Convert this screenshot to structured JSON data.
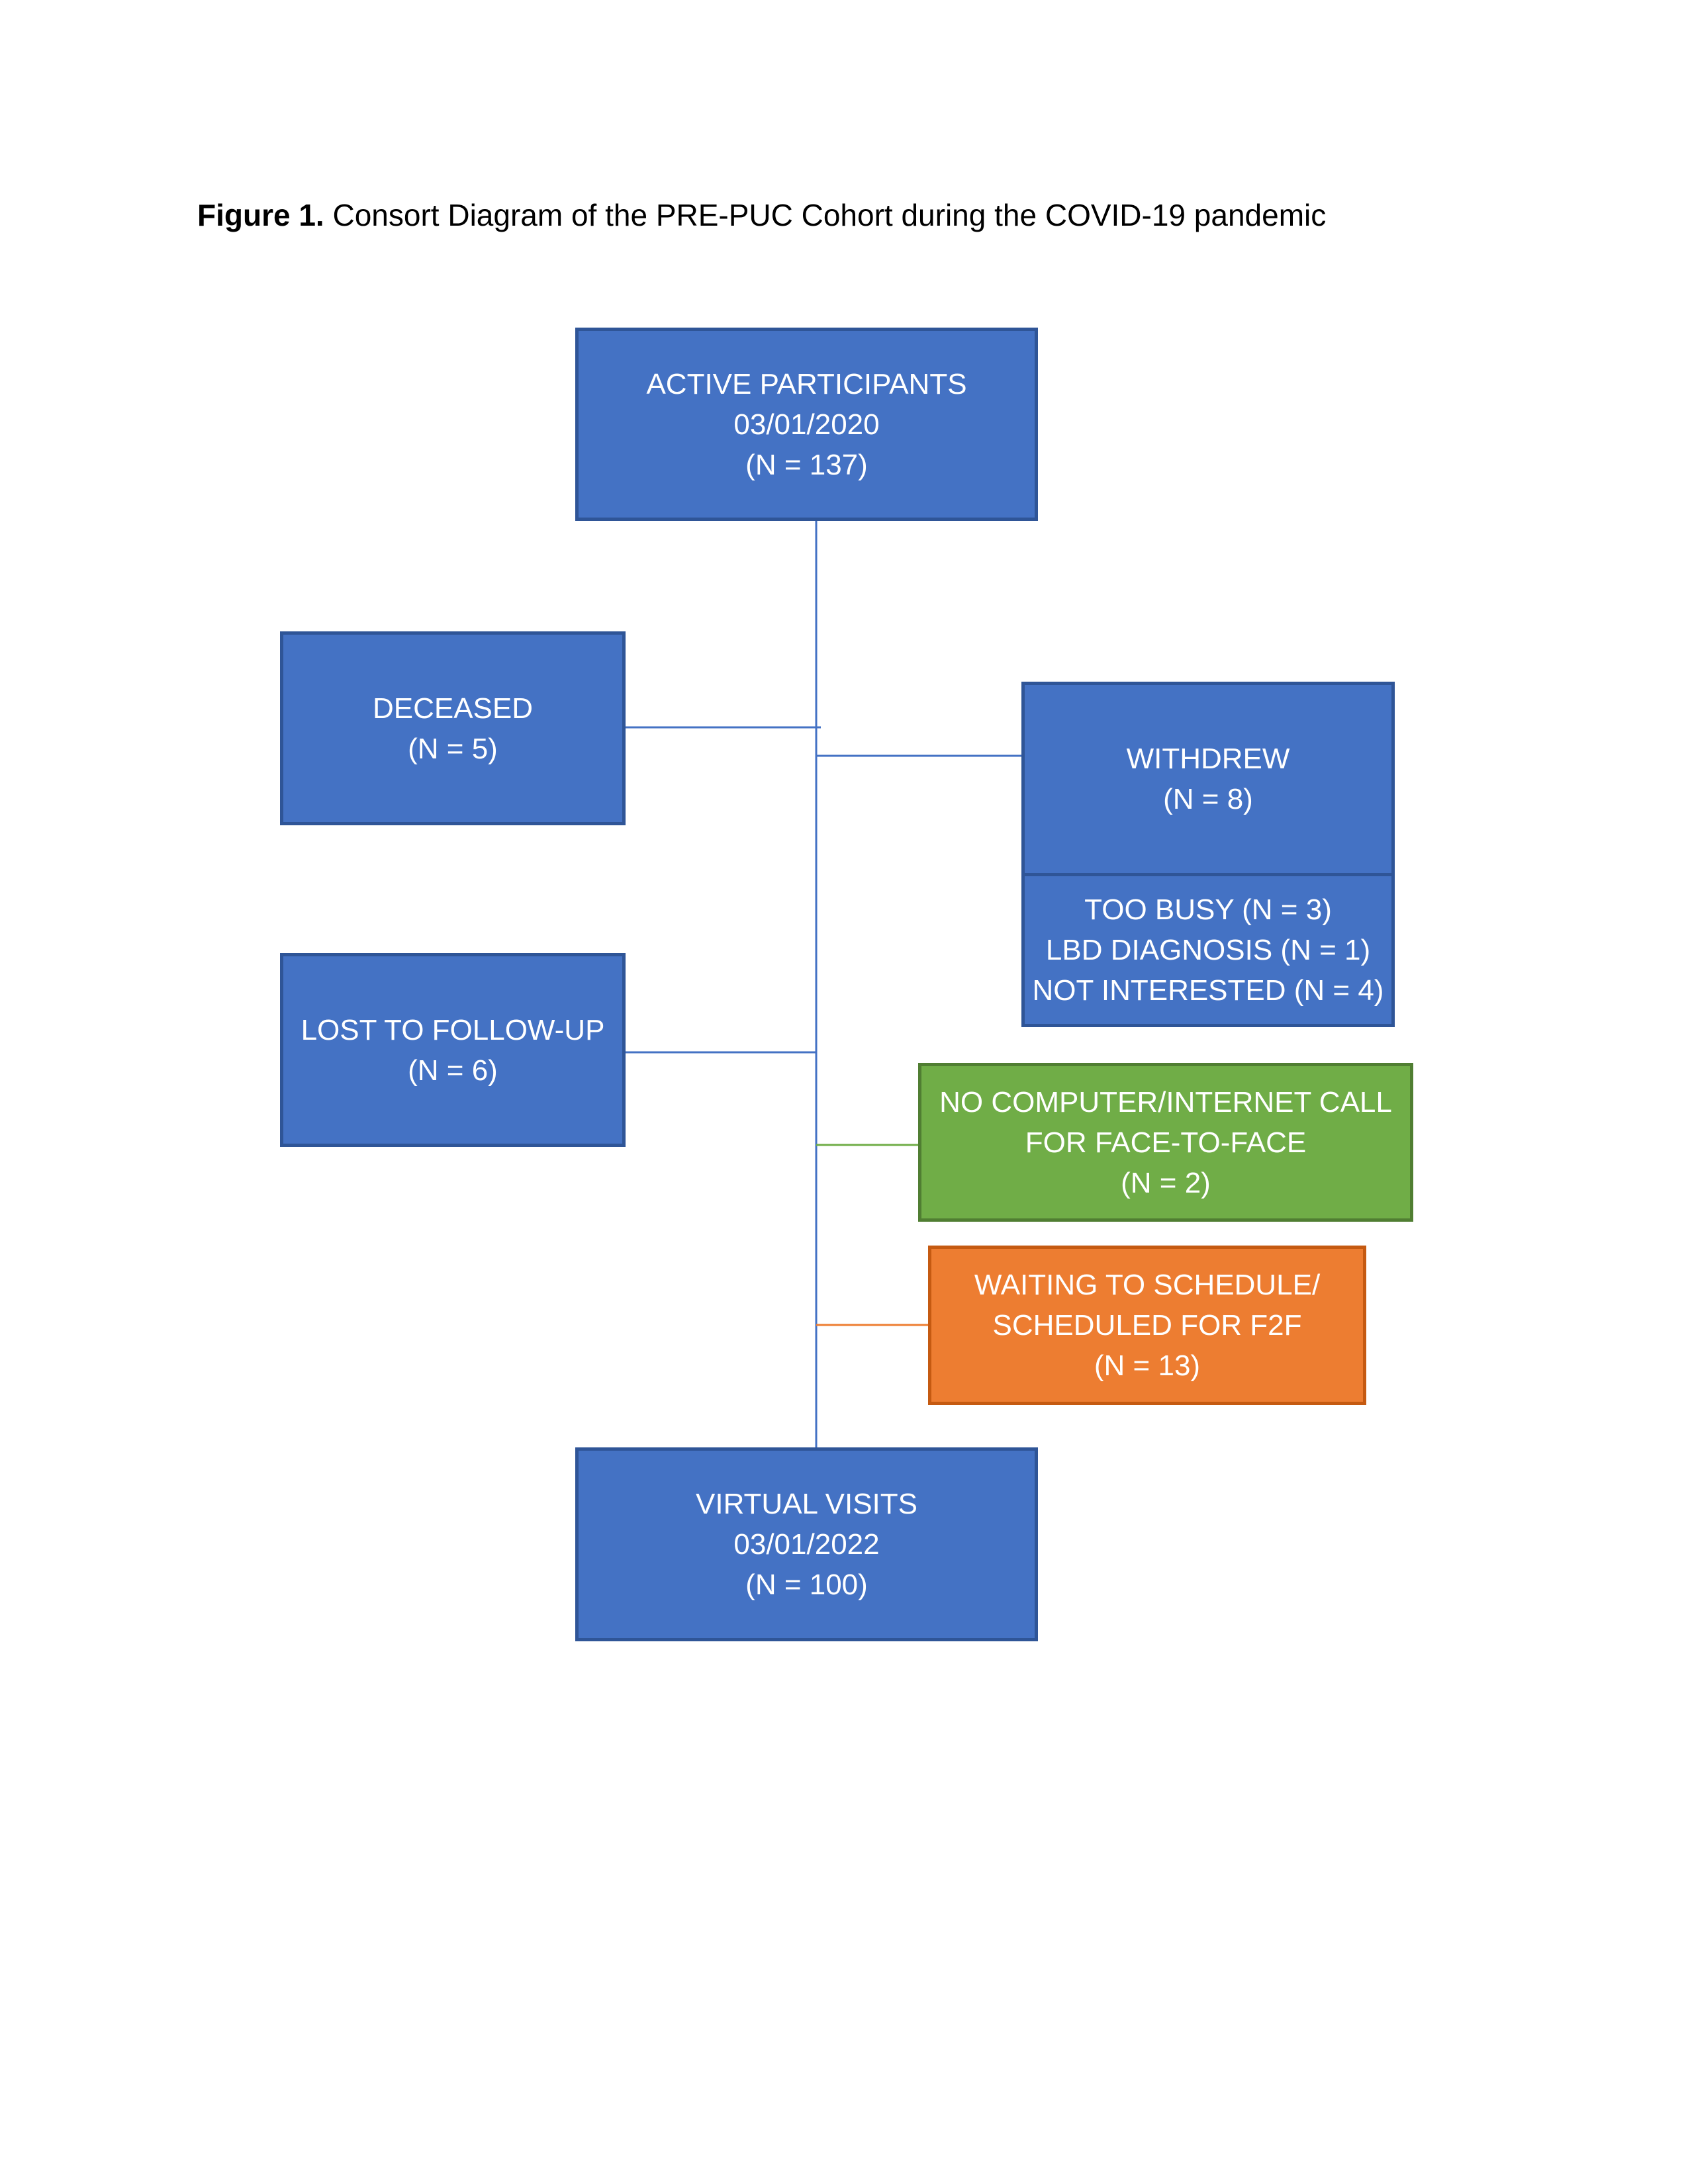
{
  "caption": {
    "label": "Figure 1.",
    "text": " Consort Diagram of the PRE-PUC Cohort during the COVID-19 pandemic"
  },
  "nodes": {
    "active": {
      "lines": [
        "ACTIVE PARTICIPANTS",
        "03/01/2020",
        "(N = 137)"
      ]
    },
    "deceased": {
      "lines": [
        "DECEASED",
        "(N = 5)"
      ]
    },
    "withdrew": {
      "lines": [
        "WITHDREW",
        "(N = 8)"
      ]
    },
    "withdrew_reasons": {
      "lines": [
        "TOO BUSY (N = 3)",
        "LBD DIAGNOSIS (N = 1)",
        "NOT INTERESTED (N = 4)"
      ]
    },
    "lost": {
      "lines": [
        "LOST TO FOLLOW-UP",
        "(N = 6)"
      ]
    },
    "no_computer": {
      "lines": [
        "NO COMPUTER/INTERNET CALL",
        "FOR FACE-TO-FACE",
        "(N = 2)"
      ]
    },
    "waiting": {
      "lines": [
        "WAITING TO SCHEDULE/",
        "SCHEDULED FOR F2F",
        "(N = 13)"
      ]
    },
    "virtual": {
      "lines": [
        "VIRTUAL VISITS",
        "03/01/2022",
        "(N = 100)"
      ]
    }
  },
  "colors": {
    "blue_fill": "#4472c4",
    "blue_border": "#2f5597",
    "green_fill": "#70ad47",
    "orange_fill": "#ed7d31",
    "connector_blue": "#4472c4",
    "connector_green": "#70ad47",
    "connector_orange": "#ed7d31"
  }
}
